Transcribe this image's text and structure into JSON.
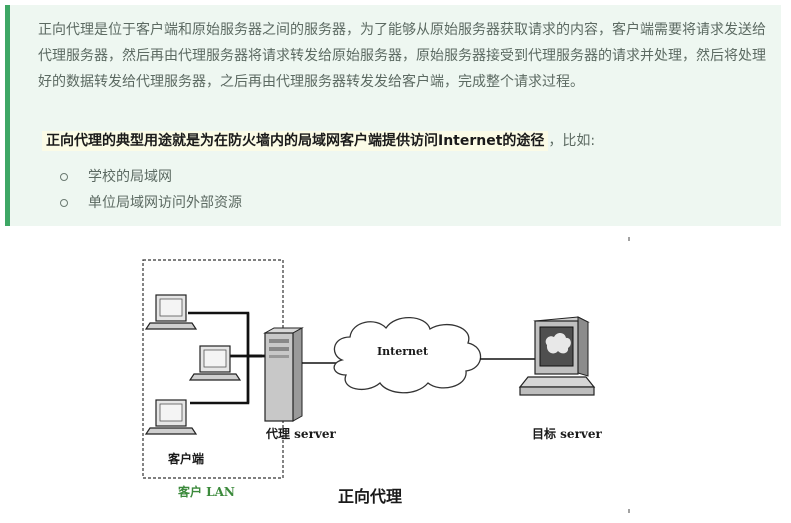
{
  "note": {
    "paragraph": "正向代理是位于客户端和原始服务器之间的服务器，为了能够从原始服务器获取请求的内容，客户端需要将请求发送给代理服务器，然后再由代理服务器将请求转发给原始服务器，原始服务器接受到代理服务器的请求并处理，然后将处理好的数据转发给代理服务器，之后再由代理服务器转发发给客户端，完成整个请求过程。",
    "highlight": "正向代理的典型用途就是为在防火墙内的局域网客户端提供访问Internet的途径",
    "highlight_suffix": "，比如:",
    "list": [
      "学校的局域网",
      "单位局域网访问外部资源"
    ]
  },
  "diagram": {
    "internet": "Internet",
    "proxy_label": "代理 server",
    "target_label": "目标 server",
    "client_label": "客户端",
    "lan_label": "客户 LAN",
    "caption": "正向代理"
  }
}
